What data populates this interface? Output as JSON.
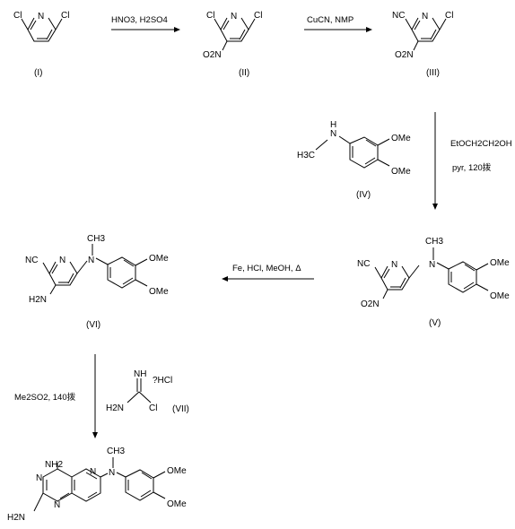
{
  "compounds": {
    "I": {
      "label": "(I)",
      "atoms": {
        "cl_left": "Cl",
        "cl_right": "Cl",
        "n": "N"
      }
    },
    "II": {
      "label": "(II)",
      "atoms": {
        "cl_left": "Cl",
        "cl_right": "Cl",
        "n": "N",
        "nitro": "O2N"
      }
    },
    "III": {
      "label": "(III)",
      "atoms": {
        "nc": "NC",
        "cl": "Cl",
        "n": "N",
        "nitro": "O2N"
      }
    },
    "IV": {
      "label": "(IV)",
      "atoms": {
        "h3c": "H3C",
        "nh": "N",
        "h": "H",
        "ome_top": "OMe",
        "ome_bottom": "OMe"
      }
    },
    "V": {
      "label": "(V)",
      "atoms": {
        "nc": "NC",
        "n_ring": "N",
        "n_amine": "N",
        "ch3": "CH3",
        "nitro": "O2N",
        "ome_top": "OMe",
        "ome_bottom": "OMe"
      }
    },
    "VI": {
      "label": "(VI)",
      "atoms": {
        "nc": "NC",
        "n_ring": "N",
        "n_amine": "N",
        "ch3": "CH3",
        "nh2": "H2N",
        "ome_top": "OMe",
        "ome_bottom": "OMe"
      }
    },
    "VII": {
      "label": "(VII)",
      "atoms": {
        "nh": "NH",
        "hcl": "?HCl",
        "h2n": "H2N",
        "cl": "Cl"
      }
    },
    "product": {
      "atoms": {
        "nh2_top": "NH2",
        "n1": "N",
        "n2": "N",
        "n3": "N",
        "n_amine": "N",
        "ch3": "CH3",
        "h2n": "H2N",
        "ome_top": "OMe",
        "ome_bottom": "OMe"
      }
    }
  },
  "conditions": {
    "step1": "HNO3, H2SO4",
    "step2": "CuCN, NMP",
    "step3_line1": "EtOCH2CH2OH",
    "step3_line2": "pyr, 120拨",
    "step4": "Fe, HCl, MeOH, Δ",
    "step5": "Me2SO2, 140拨"
  }
}
